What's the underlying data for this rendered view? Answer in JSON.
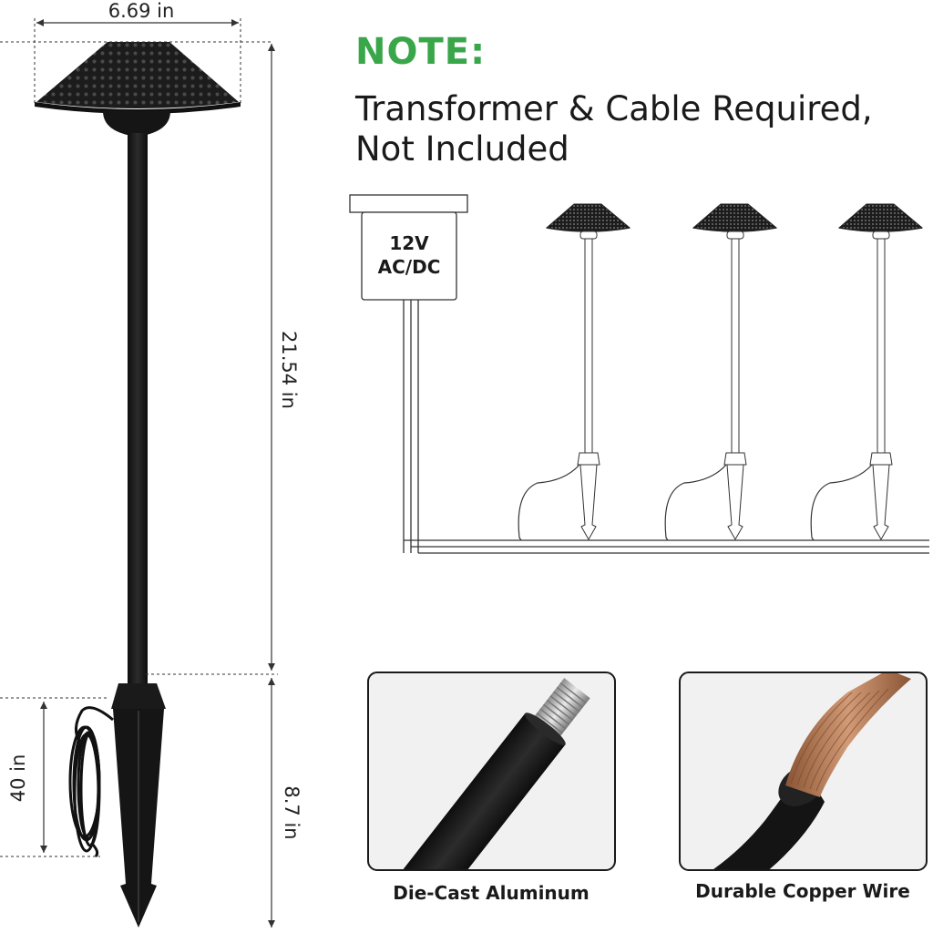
{
  "note": {
    "title": "NOTE:",
    "line1": "Transformer & Cable Required,",
    "line2": "Not Included"
  },
  "dimensions": {
    "width": "6.69 in",
    "height_total": "21.54 in",
    "stake": "8.7 in",
    "cable": "40 in"
  },
  "transformer": {
    "line1": "12V",
    "line2": "AC/DC"
  },
  "features": [
    {
      "caption": "Die-Cast Aluminum",
      "icon": "aluminum-pole-icon"
    },
    {
      "caption": "Durable Copper Wire",
      "icon": "copper-wire-icon"
    }
  ],
  "colors": {
    "note_green": "#3aa64a",
    "fixture_black": "#1c1c1c",
    "copper": "#b07552"
  }
}
